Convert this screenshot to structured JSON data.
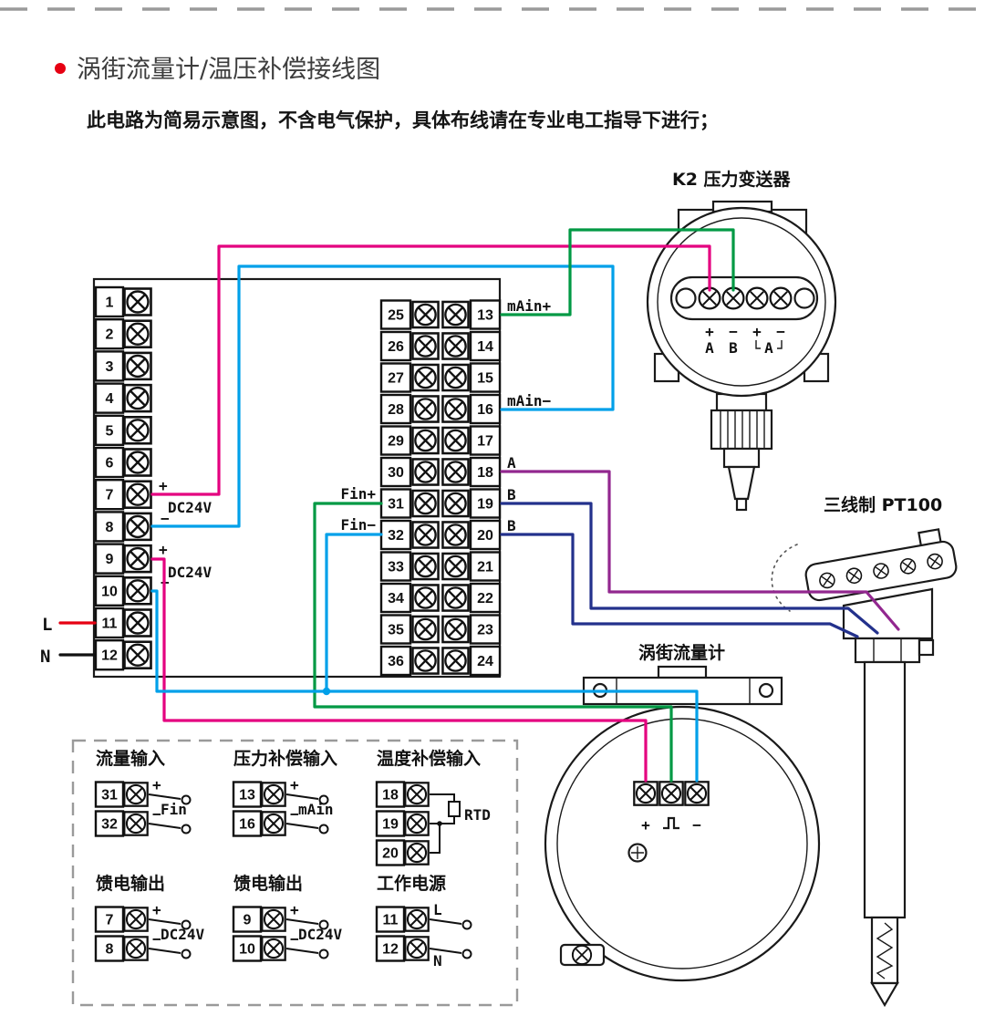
{
  "page": {
    "title": "涡街流量计/温压补偿接线图",
    "subtitle": "此电路为简易示意图，不含电气保护，具体布线请在专业电工指导下进行；"
  },
  "colors": {
    "pink": "#e4007f",
    "cyan": "#00a0e9",
    "green": "#009944",
    "purple": "#92278f",
    "blue": "#23318c",
    "red": "#e60012",
    "ink": "#111111"
  },
  "devices": {
    "transmitter": {
      "label": "K2 压力变送器",
      "signs": [
        "+",
        "−",
        "+",
        "−"
      ],
      "letters": [
        "A",
        "B",
        "A"
      ]
    },
    "pt100": {
      "label": "三线制 PT100"
    },
    "flowmeter": {
      "label": "涡街流量计",
      "plus": "+",
      "minus": "−"
    }
  },
  "panel": {
    "left_terminals": [
      "1",
      "2",
      "3",
      "4",
      "5",
      "6",
      "7",
      "8",
      "9",
      "10",
      "11",
      "12"
    ],
    "mid_left_terminals": [
      "25",
      "26",
      "27",
      "28",
      "29",
      "30",
      "31",
      "32",
      "33",
      "34",
      "35",
      "36"
    ],
    "mid_right_terminals": [
      "13",
      "14",
      "15",
      "16",
      "17",
      "18",
      "19",
      "20",
      "21",
      "22",
      "23",
      "24"
    ],
    "labels": {
      "feed1_plus": "+",
      "feed1_name": "DC24V",
      "feed1_minus": "−",
      "feed2_plus": "+",
      "feed2_name": "DC24V",
      "feed2_minus": "−",
      "line": "L",
      "neutral": "N",
      "fin_plus": "Fin+",
      "fin_minus": "Fin−",
      "main_plus": "mAin+",
      "main_minus": "mAin−",
      "rtd_a": "A",
      "rtd_b1": "B",
      "rtd_b2": "B"
    }
  },
  "legend": {
    "groups": [
      {
        "title": "流量输入",
        "name": "Fin",
        "rows": [
          {
            "num": "31",
            "sign": "+"
          },
          {
            "num": "32",
            "sign": "−"
          }
        ]
      },
      {
        "title": "压力补偿输入",
        "name": "mAin",
        "rows": [
          {
            "num": "13",
            "sign": "+"
          },
          {
            "num": "16",
            "sign": "−"
          }
        ]
      },
      {
        "title": "温度补偿输入",
        "name": "RTD",
        "rtd": true,
        "rows": [
          {
            "num": "18"
          },
          {
            "num": "19"
          },
          {
            "num": "20"
          }
        ]
      },
      {
        "title": "馈电输出",
        "name": "DC24V",
        "rows": [
          {
            "num": "7",
            "sign": "+"
          },
          {
            "num": "8",
            "sign": "−"
          }
        ]
      },
      {
        "title": "馈电输出",
        "name": "DC24V",
        "rows": [
          {
            "num": "9",
            "sign": "+"
          },
          {
            "num": "10",
            "sign": "−"
          }
        ]
      },
      {
        "title": "工作电源",
        "name": "",
        "rows": [
          {
            "num": "11",
            "sign": "L"
          },
          {
            "num": "12",
            "sign": "N",
            "below": true
          }
        ]
      }
    ]
  }
}
